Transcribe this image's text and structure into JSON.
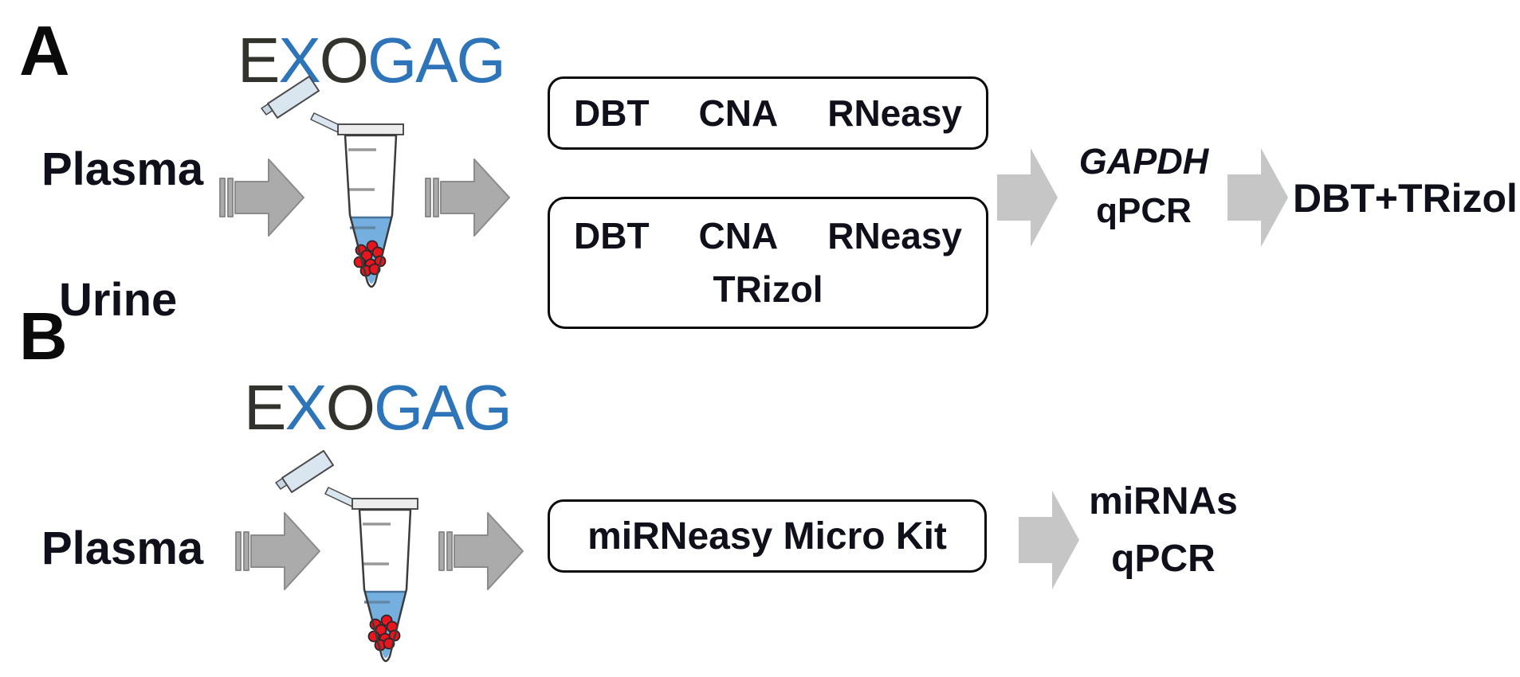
{
  "panel_a": {
    "label": "A",
    "sample_top": "Plasma",
    "sample_bottom": "Urine",
    "logo": {
      "e": "E",
      "x": "X",
      "o": "O",
      "gag": "GAG"
    },
    "kits_box1": [
      "DBT",
      "CNA",
      "RNeasy"
    ],
    "kits_box2_row1": [
      "DBT",
      "CNA",
      "RNeasy"
    ],
    "kits_box2_row2": "TRizol",
    "qc_gene": "GAPDH",
    "qc_method": "qPCR",
    "selected_method": "DBT+TRizol"
  },
  "panel_b": {
    "label": "B",
    "sample": "Plasma",
    "logo": {
      "e": "E",
      "x": "X",
      "o": "O",
      "gag": "GAG"
    },
    "kit_box": "miRNeasy Micro Kit",
    "output_line1": "miRNAs",
    "output_line2": "qPCR"
  },
  "colors": {
    "logo_dark": "#33332e",
    "logo_blue": "#2d74b8",
    "striped_arrow_gray": "#ababab",
    "striped_arrow_border": "#8b8b8b",
    "plain_arrow_gray": "#c6c6c6",
    "tube_liquid_blue": "#74afdf",
    "exosome_pellet_red": "#e8151d"
  }
}
